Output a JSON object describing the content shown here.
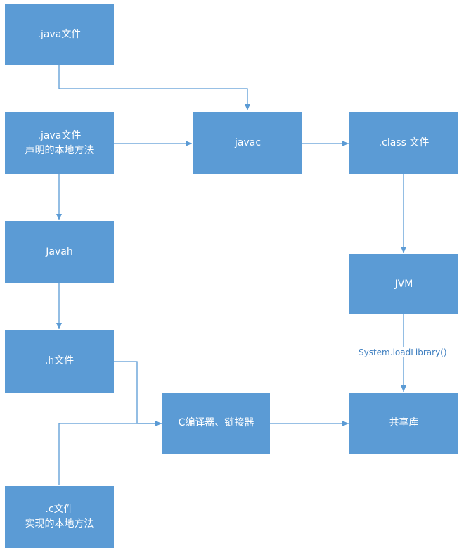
{
  "diagram": {
    "accent": "#5b9bd5",
    "nodes": {
      "java_file": {
        "line1": ".java文件"
      },
      "java_native": {
        "line1": ".java文件",
        "line2": "声明的本地方法"
      },
      "javac": {
        "line1": "javac"
      },
      "class_file": {
        "line1": ".class 文件"
      },
      "javah": {
        "line1": "Javah"
      },
      "jvm": {
        "line1": "JVM"
      },
      "h_file": {
        "line1": ".h文件"
      },
      "c_compiler": {
        "line1": "C编译器、链接器"
      },
      "shared_lib": {
        "line1": "共享库"
      },
      "c_file": {
        "line1": ".c文件",
        "line2": "实现的本地方法"
      }
    },
    "edge_labels": {
      "jvm_to_lib": "System.loadLibrary()"
    }
  }
}
